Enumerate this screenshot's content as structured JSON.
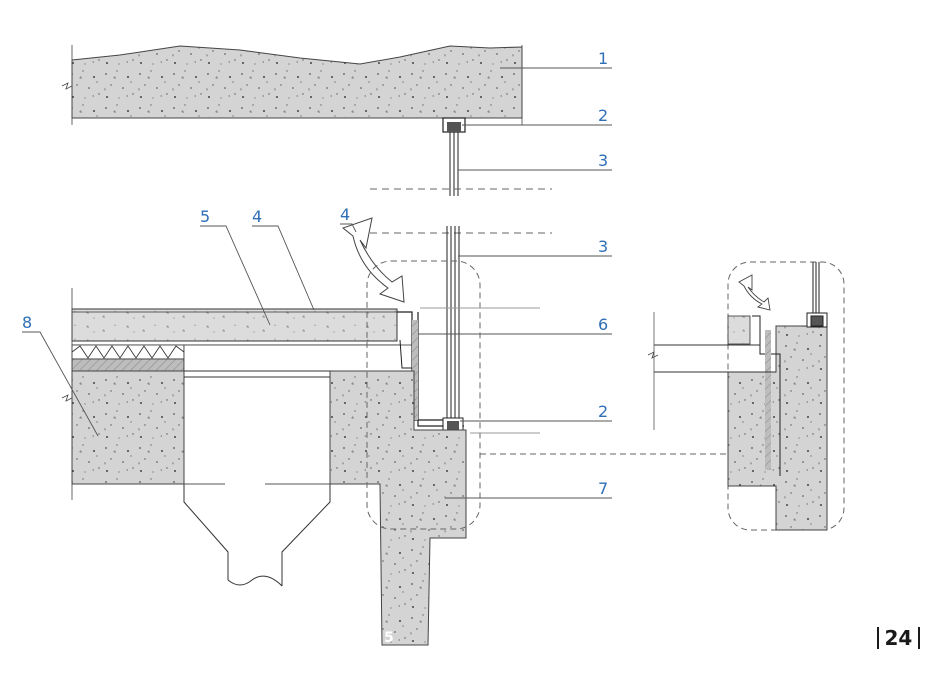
{
  "figure": {
    "callouts": [
      "1",
      "2",
      "3",
      "3",
      "4",
      "4",
      "5",
      "6",
      "2",
      "7",
      "8"
    ],
    "partial_label": "5"
  },
  "page": {
    "number": "24"
  },
  "colors": {
    "concrete": "#d4d4d4",
    "concrete_dark": "#c8c8c8",
    "line": "#333333",
    "callout": "#2f6fb6",
    "dash": "#666666"
  }
}
